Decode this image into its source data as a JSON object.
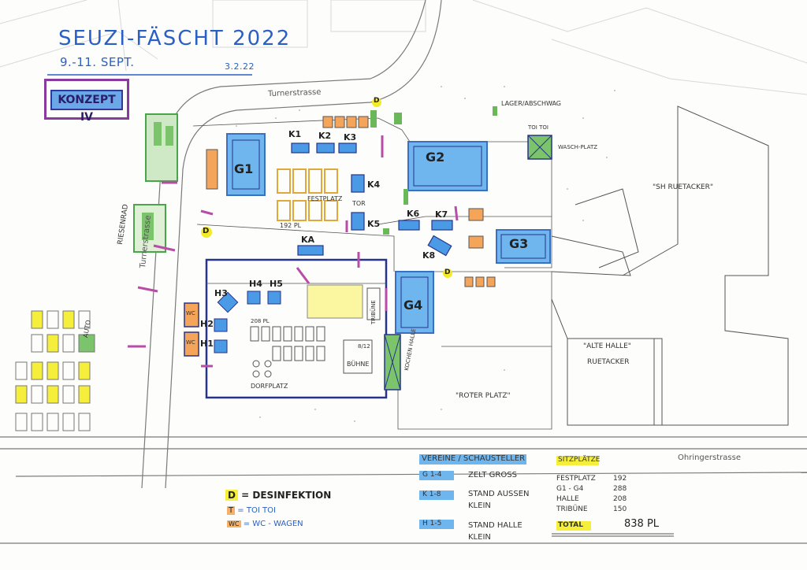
{
  "header": {
    "title": "SEUZI-FÄSCHT 2022",
    "dates": "9.-11. SEPT.",
    "drawn_date": "3.2.22",
    "concept_label": "KONZEPT IV"
  },
  "streets": {
    "top": "Turnerstrasse",
    "left": "Turnerstrasse",
    "bottom": "Ohringerstrasse"
  },
  "areas": {
    "riesenrad": "RIESENRAD",
    "auto": "AUTO",
    "festplatz": "FESTPLATZ",
    "festplatz_seats": "192 PL",
    "tor": "TOR",
    "lager": "LAGER/ABSCHWAG",
    "toi_top": "TOI TOI",
    "waschplatz": "WASCH-PLATZ",
    "sh_ruetacker": "\"SH RUETACKER\"",
    "alte_halle": "\"ALTE HALLE\"",
    "ruetacker": "RUETACKER",
    "roter_platz": "\"ROTER PLATZ\"",
    "dorfplatz": "DORFPLATZ",
    "dorfplatz_seats": "208 PL",
    "buehne": "BÜHNE",
    "buehne_seats": "8/12",
    "tribuene": "TRIBÜNE",
    "kochen_halle": "KOCHEN HALLE"
  },
  "tents": {
    "g1": "G1",
    "g2": "G2",
    "g3": "G3",
    "g4": "G4",
    "k1": "K1",
    "k2": "K2",
    "k3": "K3",
    "k4": "K4",
    "k5": "K5",
    "k6": "K6",
    "k7": "K7",
    "k8": "K8",
    "ka": "KA",
    "h1": "H1",
    "h2": "H2",
    "h3": "H3",
    "h4": "H4",
    "h5": "H5"
  },
  "markers": {
    "d": "D",
    "t": "T",
    "wc": "WC"
  },
  "legend": {
    "header": "VEREINE / SCHAUSTELLER",
    "g_key": "G 1-4",
    "g_desc": "ZELT GROSS",
    "k_key": "K 1-8",
    "k_desc_1": "STAND AUSSEN",
    "k_desc_2": "KLEIN",
    "h_key": "H 1-5",
    "h_desc_1": "STAND HALLE",
    "h_desc_2": "KLEIN",
    "d_key": "D",
    "d_desc": "= DESINFEKTION",
    "t_key": "T",
    "t_desc": "= TOI TOI",
    "wc_key": "WC",
    "wc_desc": "= WC - WAGEN"
  },
  "seating": {
    "header": "SITZPLÄTZE",
    "rows": [
      {
        "label": "FESTPLATZ",
        "value": "192"
      },
      {
        "label": "G1 - G4",
        "value": "288"
      },
      {
        "label": "HALLE",
        "value": "208"
      },
      {
        "label": "TRIBÜNE",
        "value": "150"
      }
    ],
    "total_label": "TOTAL",
    "total_value": "838 PL"
  },
  "colors": {
    "blue": "#3b8fe0",
    "blue_light": "#7ec0f0",
    "navy": "#27348b",
    "yellow": "#f3ea2a",
    "orange": "#f4a55a",
    "green": "#4aa54a",
    "magenta": "#b84da8",
    "purple": "#8a3a9c"
  }
}
